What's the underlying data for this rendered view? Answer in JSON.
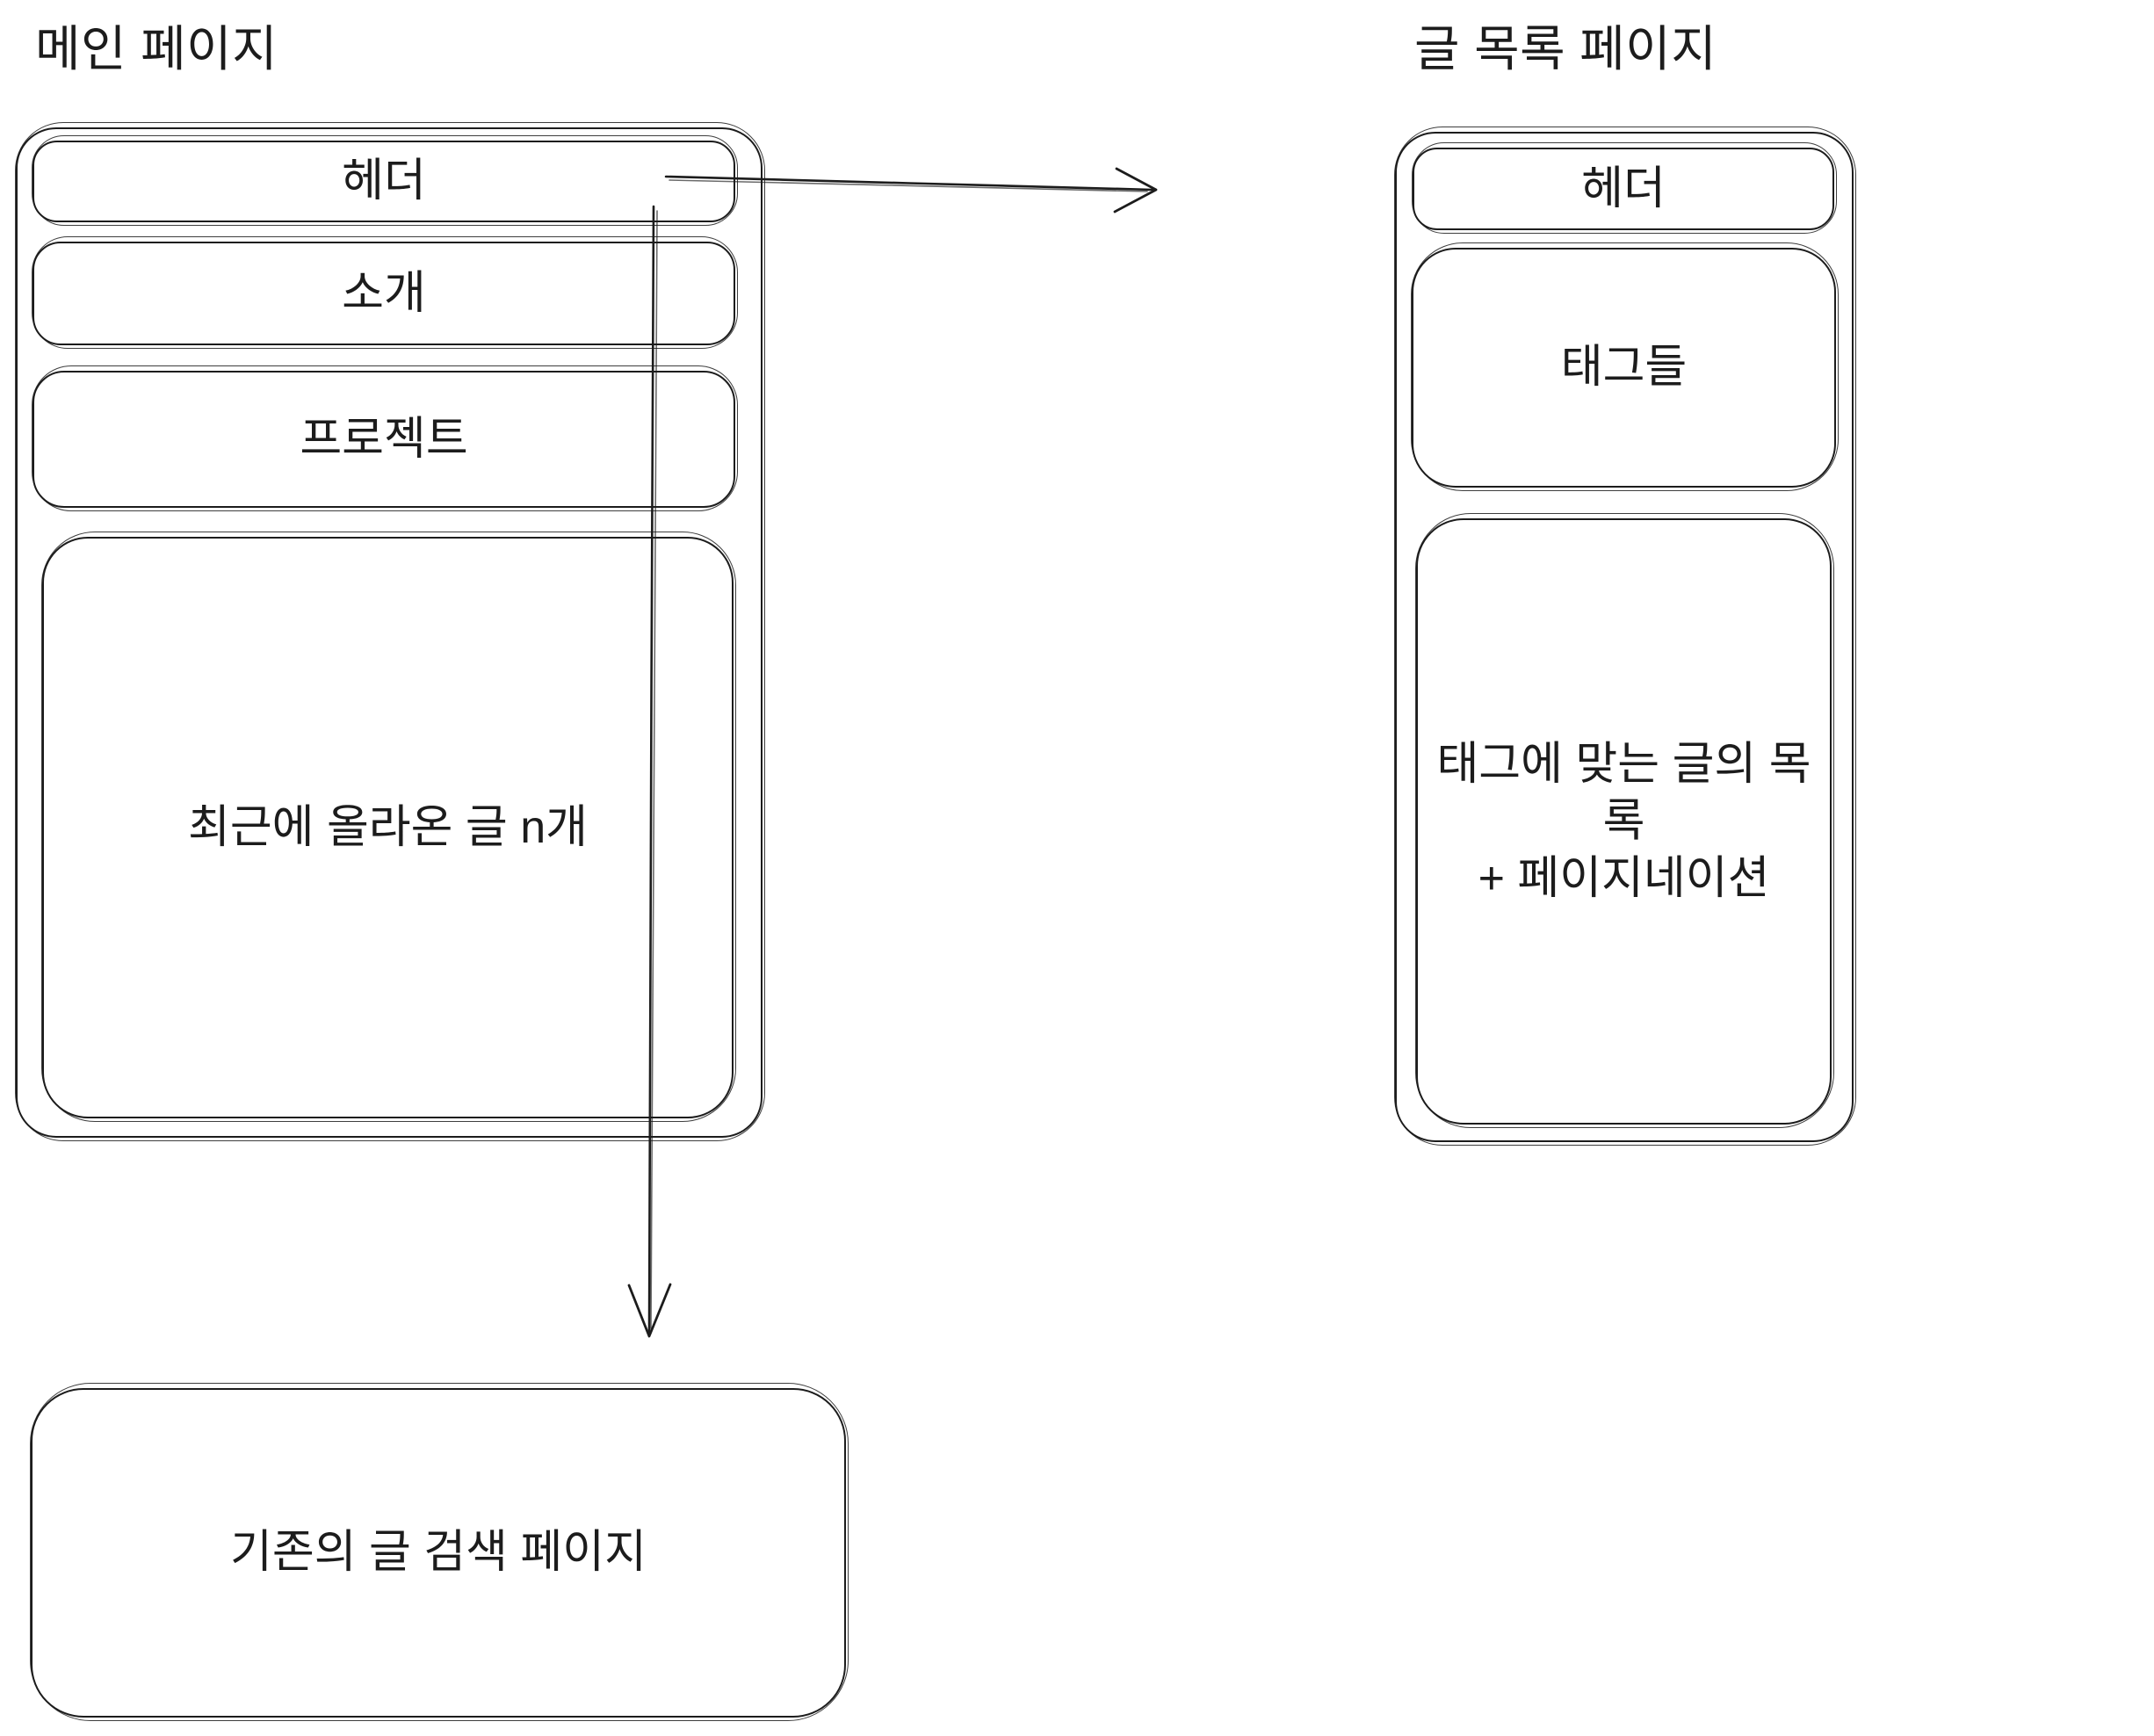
{
  "diagram": {
    "background": "#ffffff",
    "ink_color": "#1c1c1c",
    "pages": {
      "main": {
        "title": "메인 페이지",
        "sections": {
          "header": "헤더",
          "intro": "소개",
          "projects": "프로젝트",
          "recent_posts": "최근에 올라온 글 n개"
        }
      },
      "post_list": {
        "title": "글 목록 페이지",
        "sections": {
          "header": "헤더",
          "tags": "태그들",
          "posts": "태그에 맞는 글의 목록\n+ 페이지네이션"
        }
      }
    },
    "standalone": {
      "search_page": "기존의 글 검색 페이지"
    },
    "arrows": [
      {
        "from": "main-header",
        "to": "post-list-page",
        "direction": "right"
      },
      {
        "from": "main-header",
        "to": "search-page",
        "direction": "down"
      }
    ]
  }
}
